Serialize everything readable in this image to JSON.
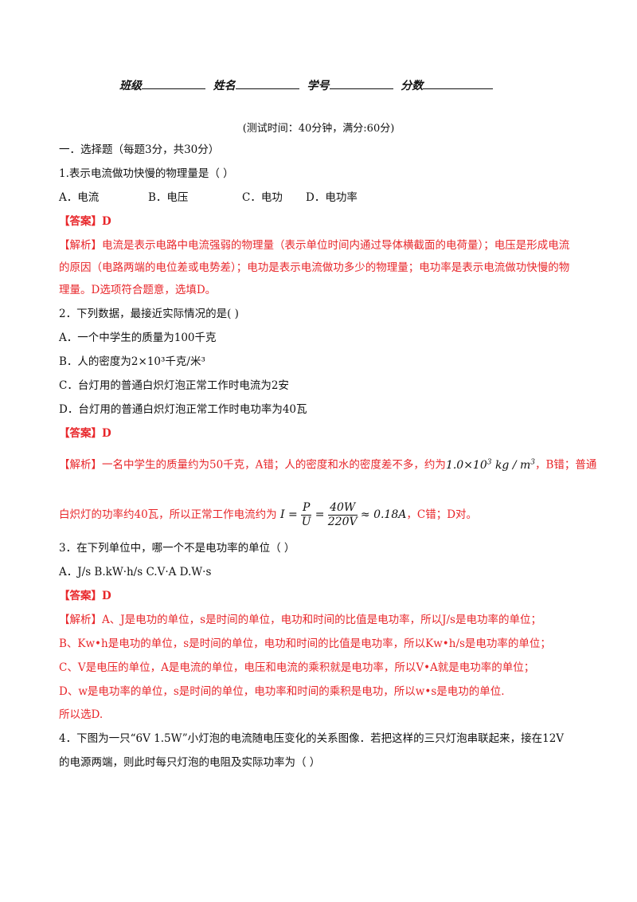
{
  "header": {
    "class_label": "班级",
    "name_label": "姓名",
    "number_label": "学号",
    "score_label": "分数"
  },
  "test_info": "(测试时间：40分钟，满分:60分)",
  "section1": "一．选择题（每题3分，共30分）",
  "q1": {
    "stem": "1.表示电流做功快慢的物理量是（ ）",
    "options": [
      "A．电流",
      "B．电压",
      "C．电功",
      "D．电功率"
    ],
    "answer": "【答案】D",
    "analysis": [
      "【解析】电流是表示电路中电流强弱的物理量（表示单位时间内通过导体横截面的电荷量）；电压是形成电流",
      "的原因（电路两端的电位差或电势差）；电功是表示电流做功多少的物理量；电功率是表示电流做功快慢的物",
      "理量。D选项符合题意，选填D。"
    ]
  },
  "q2": {
    "stem": "2．下列数据，最接近实际情况的是(   )",
    "options": [
      "A．一个中学生的质量为100千克",
      "B．人的密度为2×10³千克/米³",
      "C．台灯用的普通白炽灯泡正常工作时电流为2安",
      "D．台灯用的普通白炽灯泡正常工作时电功率为40瓦"
    ],
    "answer": "【答案】D",
    "analysis_line1_a": "【解析】一名中学生的质量约为50千克，A错；人的密度和水的密度差不多，约为",
    "density_value": "1.0×10",
    "density_exp": "3",
    "density_unit": "kg / m",
    "density_unit_exp": "3",
    "analysis_line1_b": "，B错；普通",
    "analysis_line2_a": "白炽灯的功率约40瓦，所以正常工作电流约为",
    "formula": {
      "lhs": "I =",
      "num1": "P",
      "den1": "U",
      "eq": "=",
      "num2": "40W",
      "den2": "220V",
      "approx": "≈ 0.18A"
    },
    "analysis_line2_b": "，C错；D对。"
  },
  "q3": {
    "stem": "3．在下列单位中，哪一个不是电功率的单位（    ）",
    "options": "A．J/s   B.kW·h/s   C.V·A   D.W·s",
    "answer": "【答案】D",
    "analysis": [
      "【解析】A、J是电功的单位，s是时间的单位，电功和时间的比值是电功率，所以J/s是电功率的单位；",
      "B、Kw•h是电功的单位，s是时间的单位，电功和时间的比值是电功率，所以Kw•h/s是电功率的单位；",
      "C、V是电压的单位，A是电流的单位，电压和电流的乘积就是电功率，所以V•A就是电功率的单位；",
      "D、w是电功率的单位，s是时间的单位，电功率和时间的乘积是电功，所以w•s是电功的单位.",
      "所以选D."
    ]
  },
  "q4": {
    "stem": [
      "4．下图为一只“6V 1.5W”小灯泡的电流随电压变化的关系图像．若把这样的三只灯泡串联起来，接在12V",
      "的电源两端，则此时每只灯泡的电阻及实际功率为（    ）"
    ]
  }
}
